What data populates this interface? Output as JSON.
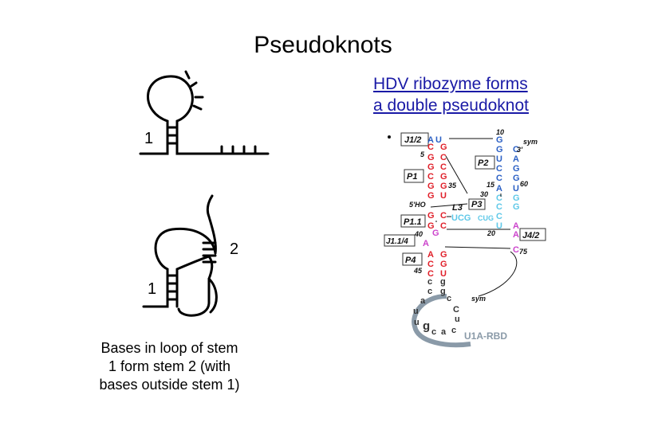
{
  "slide": {
    "title": "Pseudoknots",
    "hdv_caption_line1": "HDV ribozyme forms",
    "hdv_caption_line2": "a double pseudoknot",
    "caption_line1": "Bases in loop of stem",
    "caption_line2": "1 form stem 2 (with",
    "caption_line3": "bases outside stem 1)"
  },
  "diagram_labels": {
    "stem1_top": "1",
    "stem2_bottom": "2",
    "stem1_bottom": "1"
  },
  "hdv_structure": {
    "boxes": [
      "J1/2",
      "P1",
      "P2",
      "P3",
      "L3",
      "P1.1",
      "J1.1/4",
      "P4",
      "J4/2"
    ],
    "numbers": [
      "10",
      "5",
      "15",
      "35",
      "30",
      "60",
      "20",
      "40",
      "45",
      "75"
    ],
    "labels": [
      "sym",
      "3'",
      "5'HO",
      "U1A-RBD"
    ],
    "colors": {
      "red": "#e0202a",
      "blue": "#2a5fc4",
      "cyan": "#5ec8e8",
      "magenta": "#cc44cc",
      "gray": "#8a9aa8"
    }
  }
}
